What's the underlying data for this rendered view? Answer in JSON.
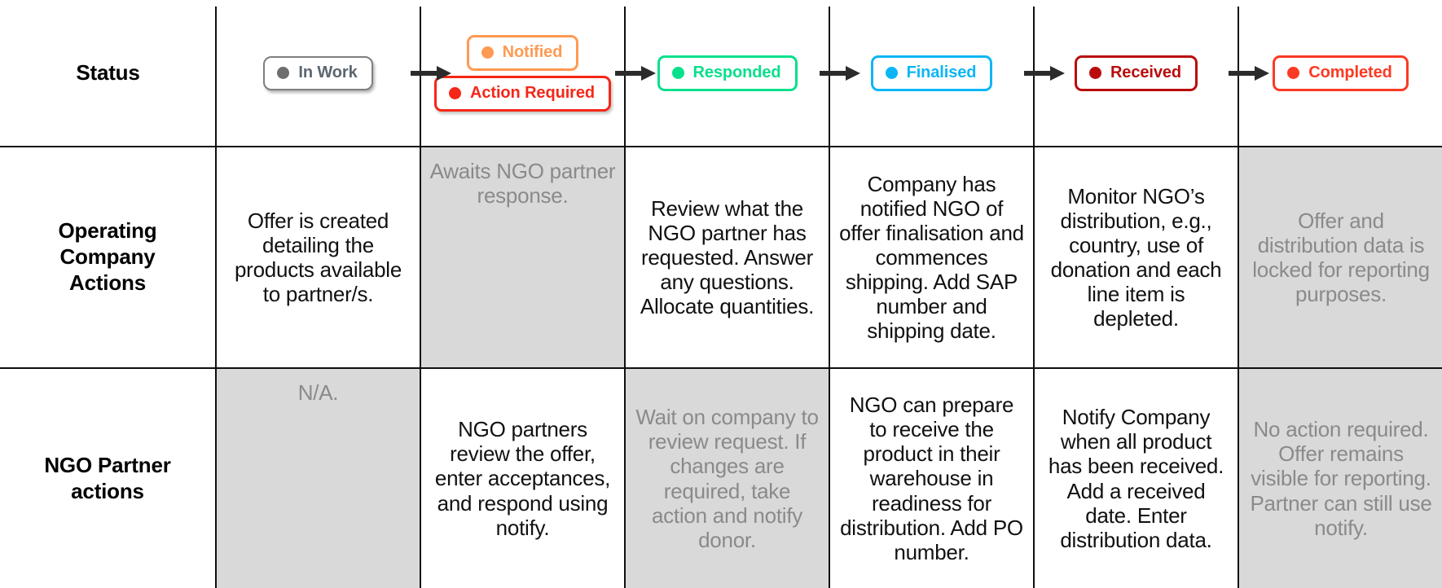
{
  "rows": {
    "status_label": "Status",
    "operating_label": "Operating\nCompany\nActions",
    "ngo_label": "NGO Partner\nactions"
  },
  "row_labels": {
    "status": "Status",
    "operating_company": "Operating Company Actions",
    "ngo_partner": "NGO Partner actions"
  },
  "colors": {
    "in_work": "#6e6e6e",
    "notified": "#ff9a52",
    "action_required": "#f42718",
    "responded": "#08e08b",
    "finalised": "#0cb6f5",
    "received": "#ba0c0c",
    "completed": "#fb3a23",
    "muted_background": "#d9d9d9",
    "muted_text": "#8a8a8a",
    "grid_line": "#0f0f0f"
  },
  "stages": [
    {
      "id": "in-work",
      "badges": [
        {
          "label": "In Work",
          "style": "inwork"
        }
      ],
      "has_arrow": false,
      "operating_company": {
        "text": "Offer is created detailing the products available to partner/s.",
        "muted": false,
        "align": "middle"
      },
      "ngo_partner": {
        "text": "N/A.",
        "muted": true,
        "align": "top"
      }
    },
    {
      "id": "notified",
      "badges": [
        {
          "label": "Notified",
          "style": "notified"
        },
        {
          "label": "Action Required",
          "style": "action"
        }
      ],
      "has_arrow": true,
      "operating_company": {
        "text": "Awaits NGO partner response.",
        "muted": true,
        "align": "top"
      },
      "ngo_partner": {
        "text": "NGO partners review the offer, enter acceptances, and respond using notify.",
        "muted": false,
        "align": "middle"
      }
    },
    {
      "id": "responded",
      "badges": [
        {
          "label": "Responded",
          "style": "responded"
        }
      ],
      "has_arrow": true,
      "operating_company": {
        "text": "Review what the NGO partner has requested. Answer any questions. Allocate quantities.",
        "muted": false,
        "align": "middle"
      },
      "ngo_partner": {
        "text": "Wait on company to review request. If changes are required, take action and notify donor.",
        "muted": true,
        "align": "middle"
      }
    },
    {
      "id": "finalised",
      "badges": [
        {
          "label": "Finalised",
          "style": "finalised"
        }
      ],
      "has_arrow": true,
      "operating_company": {
        "text": "Company has notified NGO of offer finalisation and commences shipping. Add SAP number and shipping date.",
        "muted": false,
        "align": "middle"
      },
      "ngo_partner": {
        "text": "NGO can prepare to receive the product in their warehouse in readiness for distribution. Add PO number.",
        "muted": false,
        "align": "middle"
      }
    },
    {
      "id": "received",
      "badges": [
        {
          "label": "Received",
          "style": "received"
        }
      ],
      "has_arrow": true,
      "operating_company": {
        "text": "Monitor NGO’s distribution, e.g., country, use of donation and each line item is depleted.",
        "muted": false,
        "align": "middle"
      },
      "ngo_partner": {
        "text": "Notify Company when all product has been received. Add a received date. Enter distribution data.",
        "muted": false,
        "align": "middle"
      }
    },
    {
      "id": "completed",
      "badges": [
        {
          "label": "Completed",
          "style": "completed"
        }
      ],
      "has_arrow": true,
      "operating_company": {
        "text": "Offer and distribution data is locked for reporting purposes.",
        "muted": true,
        "align": "middle"
      },
      "ngo_partner": {
        "text": "No action required. Offer remains visible for reporting. Partner can still use notify.",
        "muted": true,
        "align": "middle"
      }
    }
  ]
}
